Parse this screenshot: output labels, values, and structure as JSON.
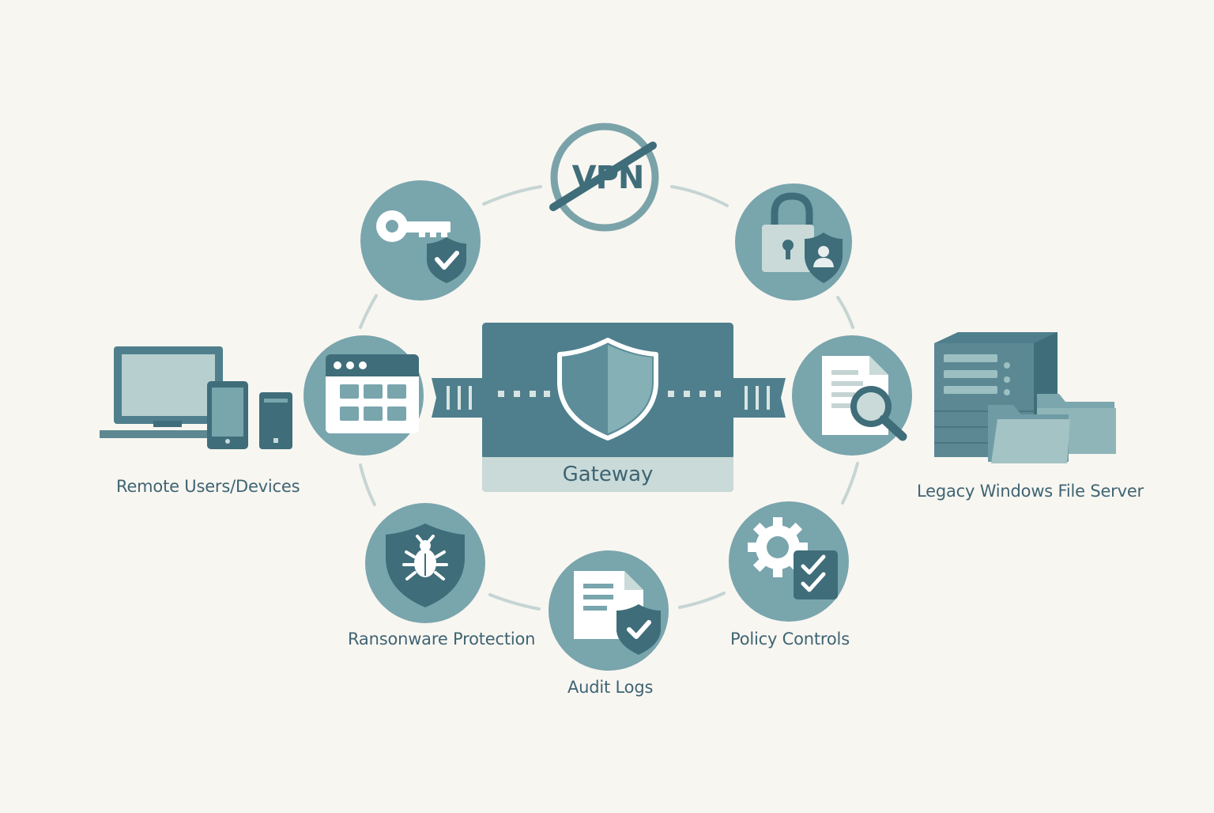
{
  "gateway": {
    "label": "Gateway"
  },
  "vpn": {
    "text": "VPN"
  },
  "endpoints": {
    "remote": {
      "label": "Remote Users/Devices"
    },
    "server": {
      "label": "Legacy Windows File Server"
    }
  },
  "features": {
    "ransomware": {
      "label": "Ransonware Protection"
    },
    "audit": {
      "label": "Audit Logs"
    },
    "policy": {
      "label": "Policy Controls"
    }
  },
  "icons": [
    "key-shield-icon",
    "no-vpn-icon",
    "lock-user-icon",
    "app-grid-icon",
    "document-search-icon",
    "bug-shield-icon",
    "document-shield-icon",
    "gear-checklist-icon",
    "shield-icon",
    "laptop-phone-icon",
    "server-folder-icon"
  ],
  "colors": {
    "background": "#f8f6f1",
    "dark_teal": "#4f7f8c",
    "mid_teal": "#7ba6ad",
    "light_teal": "#c9dad8",
    "text": "#3f6473"
  }
}
